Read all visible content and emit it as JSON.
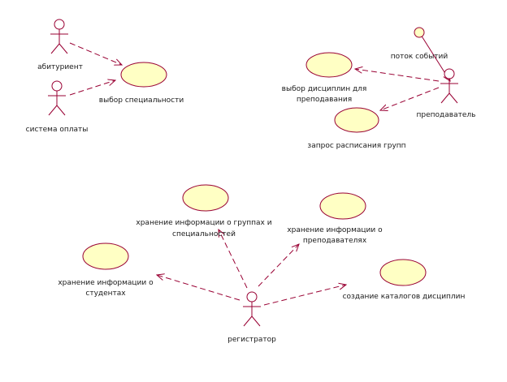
{
  "actors": {
    "applicant": "абитуриент",
    "payment_system": "система оплаты",
    "teacher": "преподаватель",
    "registrar": "регистратор"
  },
  "use_cases": {
    "choose_specialty": "выбор специальности",
    "choose_disciplines_line1": "выбор дисциплин  для",
    "choose_disciplines_line2": "преподавания",
    "group_schedule_request": "запрос расписания групп",
    "group_info_line1": "хранение информации о группах и",
    "group_info_line2": "специальностей",
    "teacher_info_line1": "хранение информации о",
    "teacher_info_line2": "преподавателях",
    "student_info_line1": "хранение информации о",
    "student_info_line2": "студентах",
    "create_catalogs": "создание каталогов дисциплин"
  },
  "notes": {
    "event_flow": "поток событий"
  }
}
